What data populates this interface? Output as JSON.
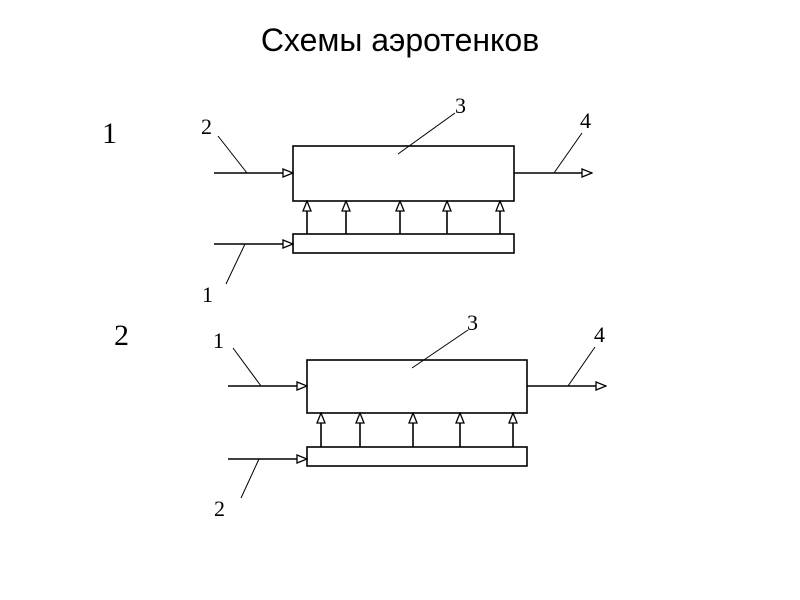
{
  "title": "Схемы аэротенков",
  "schemes": [
    {
      "number": "1",
      "labels": {
        "upper_inlet": "2",
        "tank": "3",
        "outlet": "4",
        "lower_inlet": "1"
      }
    },
    {
      "number": "2",
      "labels": {
        "upper_inlet": "1",
        "tank": "3",
        "outlet": "4",
        "lower_inlet": "2"
      }
    }
  ],
  "colors": {
    "stroke": "#000000",
    "background": "#ffffff"
  }
}
